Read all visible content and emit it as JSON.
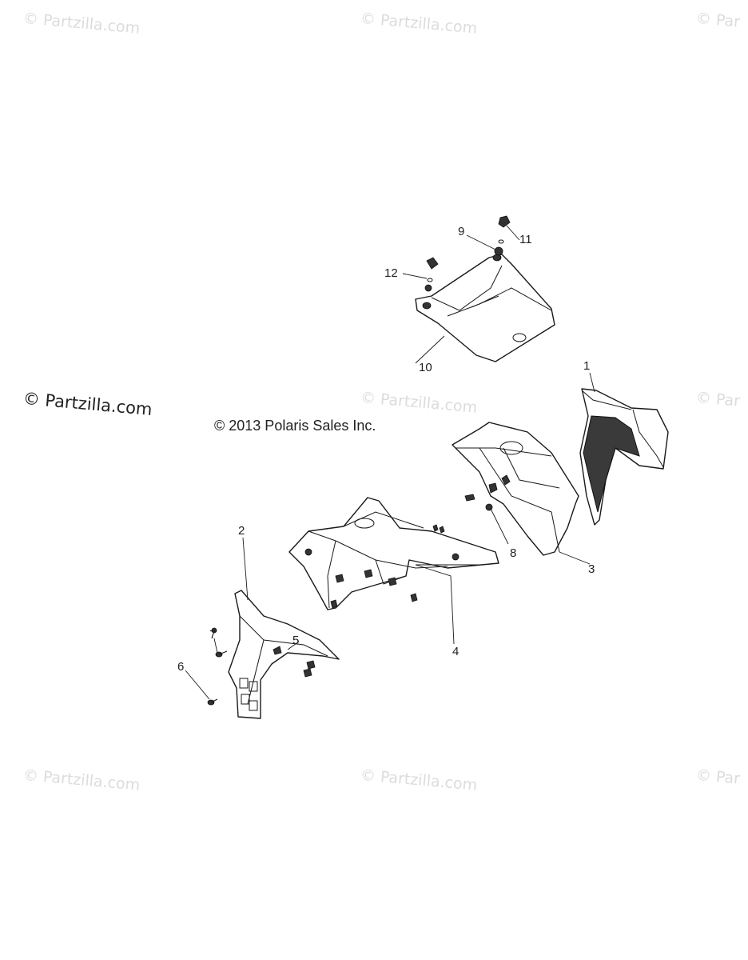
{
  "watermarks": {
    "tl": "© Partzilla.com",
    "tc": "© Partzilla.com",
    "tr": "© Par",
    "ml": "© Partzilla.com",
    "mc": "© Partzilla.com",
    "mr": "© Par",
    "bl": "© Partzilla.com",
    "bc": "© Partzilla.com",
    "br": "© Par"
  },
  "copyright": "© 2013 Polaris Sales Inc.",
  "callouts": {
    "c1": "1",
    "c2": "2",
    "c3": "3",
    "c4": "4",
    "c5": "5",
    "c6": "6",
    "c7": "7",
    "c8": "8",
    "c9": "9",
    "c10": "10",
    "c11": "11",
    "c12": "12"
  }
}
